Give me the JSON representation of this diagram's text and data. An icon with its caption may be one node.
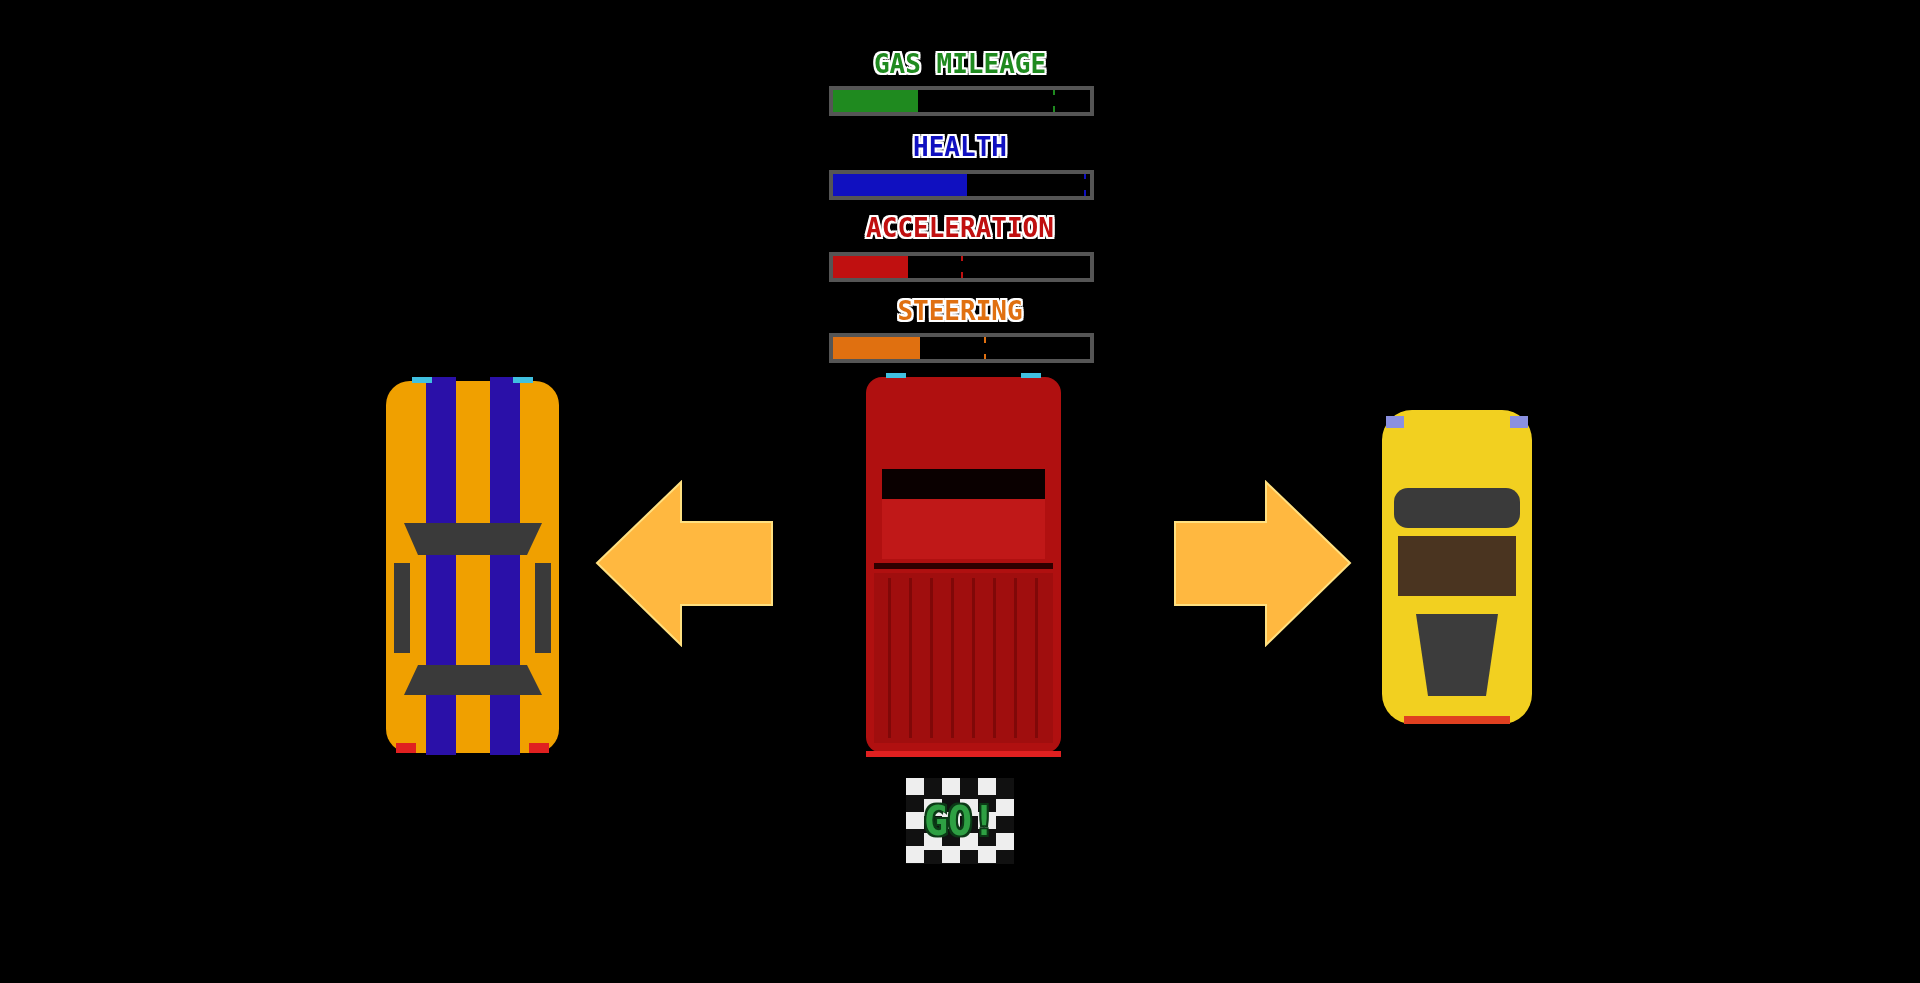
{
  "diagram": {
    "labels": [
      "GAS MILEAGE",
      "HEALTH",
      "ACCELERATION",
      "STEERING",
      "GO!"
    ]
  }
}
